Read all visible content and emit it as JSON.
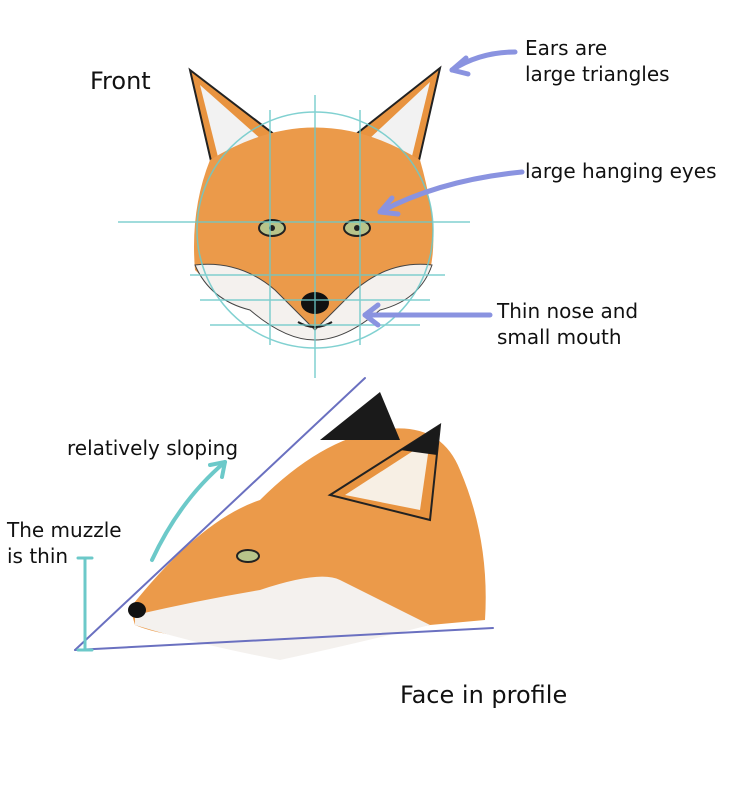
{
  "labels": {
    "front": "Front",
    "ears_line1": "Ears are",
    "ears_line2": "large triangles",
    "eyes": "large hanging eyes",
    "nose_line1": "Thin nose and",
    "nose_line2": "small mouth",
    "sloping": "relatively sloping",
    "muzzle_line1": "The muzzle",
    "muzzle_line2": "is thin",
    "profile": "Face in profile"
  },
  "colors": {
    "guide": "#6cc9c9",
    "arrow": "#8a93e0",
    "fur": "#eb9a4a",
    "fur_dark": "#d97a2a",
    "white_fur": "#f4f1ee",
    "ear_tip": "#1a1a1a",
    "slope_line": "#6a70c0"
  }
}
